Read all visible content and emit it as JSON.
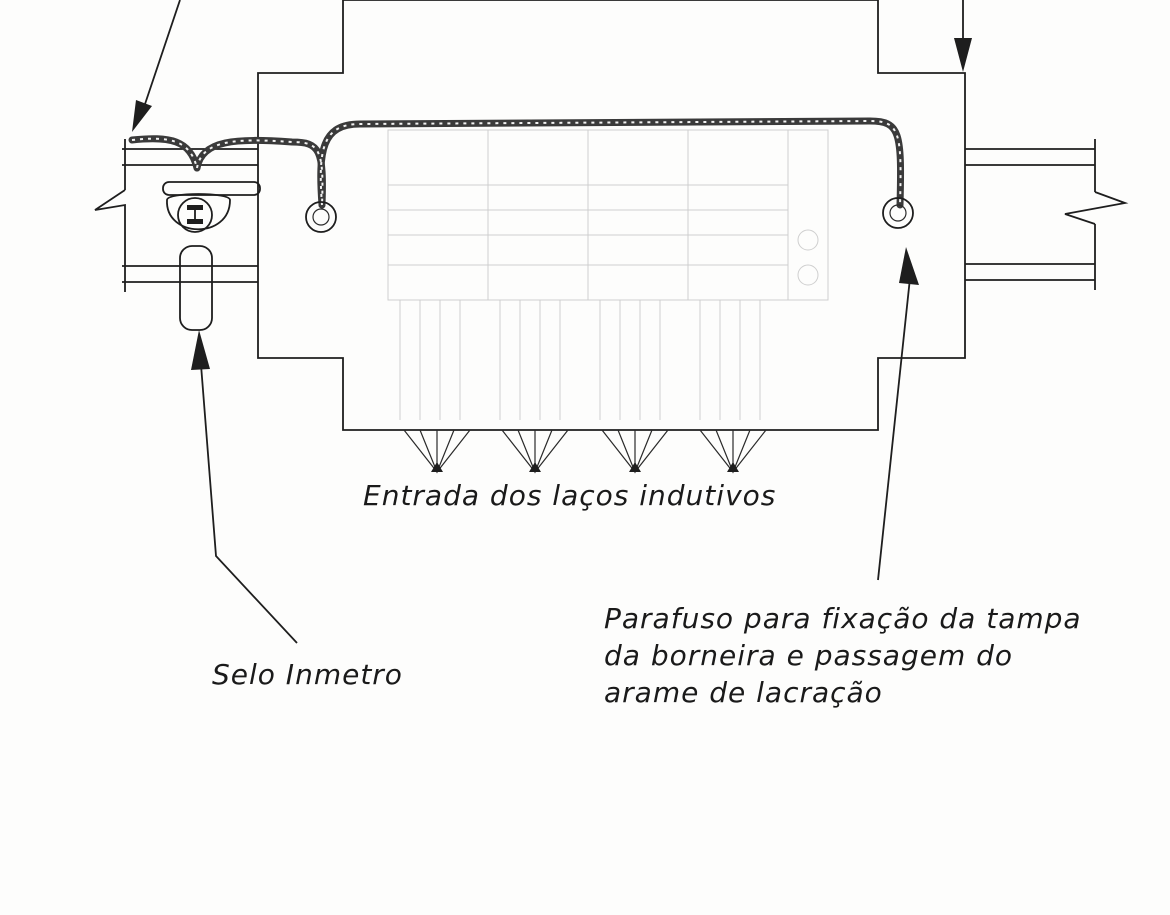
{
  "labels": {
    "loop_entry": "Entrada dos laços indutivos",
    "seal": "Selo Inmetro",
    "screw_line1": "Parafuso para fixação da tampa",
    "screw_line2": "da borneira e passagem do",
    "screw_line3": "arame de lacração"
  }
}
